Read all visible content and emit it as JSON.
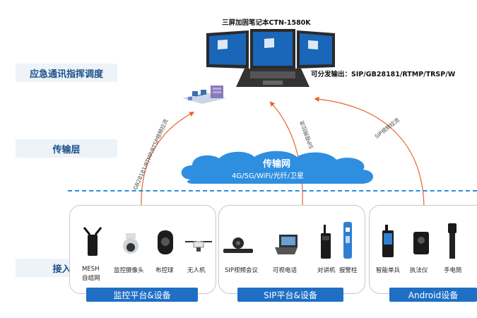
{
  "layers": {
    "command": "应急通讯指挥调度",
    "transport": "传输层",
    "access": "接入层"
  },
  "laptop": {
    "title": "三屏加固笔记本CTN-1580K",
    "distribution": "可分发输出：SIP/GB28181/RTMP/TRSP/W"
  },
  "arrows": {
    "left": "GB28181/RTMP/RTSP视频拉流",
    "middle": "SIP视频拉流",
    "right": "SIP视频拉流"
  },
  "cloud": {
    "title": "传输网",
    "subtitle": "4G/5G/WiFi/光纤/卫星"
  },
  "panels": [
    {
      "platform": "监控平台&设备",
      "devices": [
        {
          "label": "MESH\n自组网",
          "icon": "mesh-antenna-icon"
        },
        {
          "label": "监控摄像头",
          "icon": "dome-camera-icon"
        },
        {
          "label": "布控球",
          "icon": "deploy-ball-icon"
        },
        {
          "label": "无人机",
          "icon": "drone-icon"
        }
      ]
    },
    {
      "platform": "SIP平台&设备",
      "devices": [
        {
          "label": "SIP视频会议",
          "icon": "video-conference-icon"
        },
        {
          "label": "可视电话",
          "icon": "video-phone-icon"
        },
        {
          "label": "对讲机",
          "icon": "walkie-talkie-icon"
        },
        {
          "label": "报警柱",
          "icon": "alarm-pillar-icon"
        }
      ]
    },
    {
      "platform": "Android设备",
      "devices": [
        {
          "label": "智能单兵",
          "icon": "smart-terminal-icon"
        },
        {
          "label": "执法仪",
          "icon": "body-camera-icon"
        },
        {
          "label": "手电筒",
          "icon": "flashlight-icon"
        }
      ]
    }
  ],
  "colors": {
    "accent_blue": "#1f6fc5",
    "arrow_orange": "#e8622e",
    "cloud_blue": "#2e8fe0"
  }
}
